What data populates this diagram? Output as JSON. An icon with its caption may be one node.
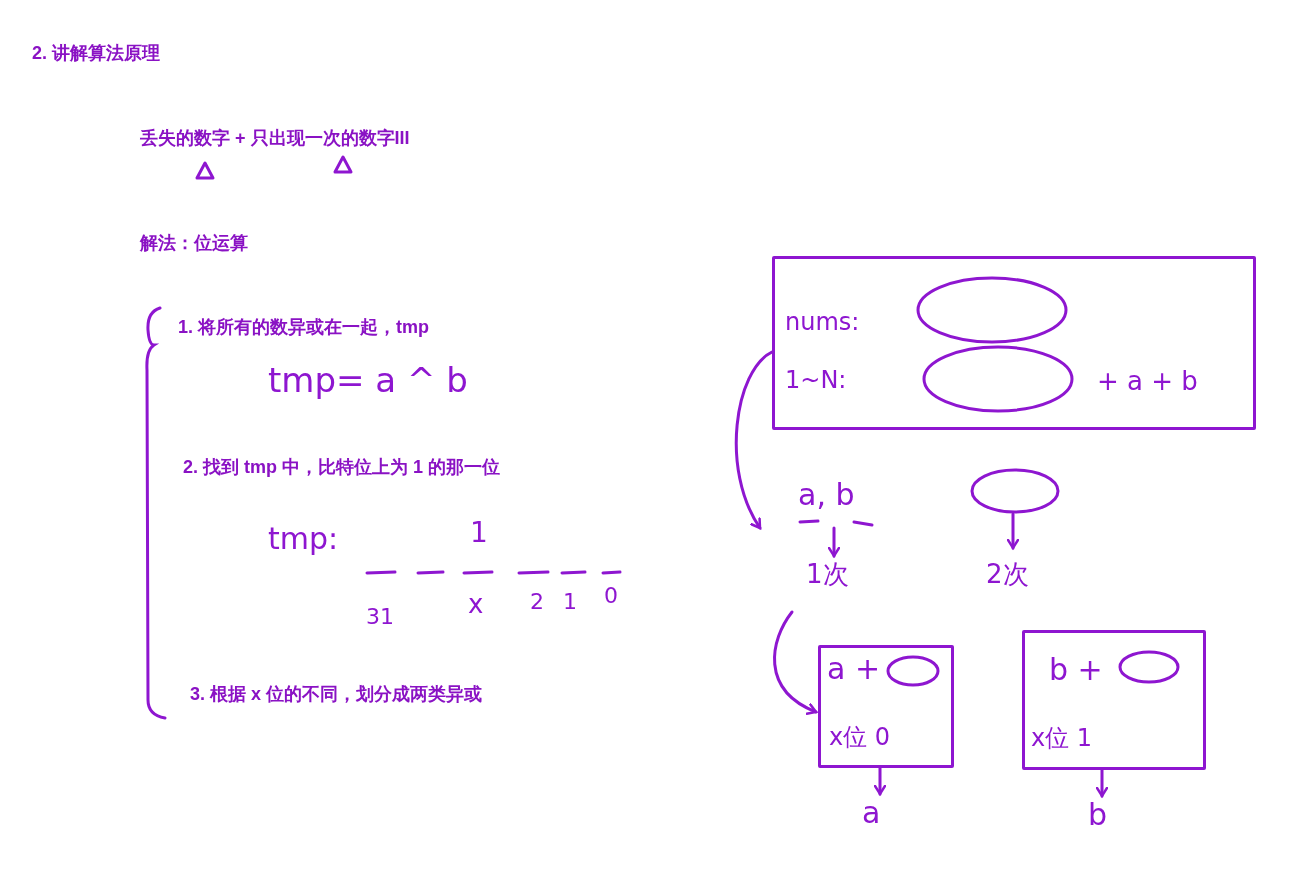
{
  "diagram": {
    "title": "2. 讲解算法原理",
    "nodes": [
      {
        "text": [
          "nums:",
          "1~N:",
          "+ a + b"
        ]
      },
      {
        "text": [],
        "shape": "circle",
        "in": 0
      },
      {
        "text": [],
        "shape": "circle",
        "in": 0
      },
      {
        "text": [
          "a, b"
        ]
      },
      {
        "text": [],
        "shape": "circle"
      },
      {
        "text": [
          "1次"
        ]
      },
      {
        "text": [
          "2次"
        ]
      },
      {
        "text": [
          "a +",
          "x位 0"
        ]
      },
      {
        "text": [],
        "shape": "circle",
        "in": 7
      },
      {
        "text": [
          "b +",
          "x位 1"
        ]
      },
      {
        "text": [],
        "shape": "circle",
        "in": 9
      },
      {
        "text": [
          "a"
        ]
      },
      {
        "text": [
          "b"
        ]
      }
    ],
    "edges": [
      {
        "from": 0,
        "to": 3,
        "arrow": "to"
      },
      {
        "from": 3,
        "to": 5,
        "arrow": "to"
      },
      {
        "from": 4,
        "to": 6,
        "arrow": "to"
      },
      {
        "from": 5,
        "to": 7,
        "arrow": "to"
      },
      {
        "from": 7,
        "to": 11,
        "arrow": "to"
      },
      {
        "from": 9,
        "to": 12,
        "arrow": "to"
      }
    ],
    "labels": [
      "丢失的数字 + 只出现一次的数字III",
      "解法：位运算",
      "1. 将所有的数异或在一起，tmp",
      "tmp= a ^ b",
      "2. 找到 tmp 中，比特位上为 1 的那一位",
      "tmp:",
      "1",
      "31",
      "x",
      "2",
      "1",
      "0",
      "3. 根据 x 位的不同，划分成两类异或"
    ]
  }
}
